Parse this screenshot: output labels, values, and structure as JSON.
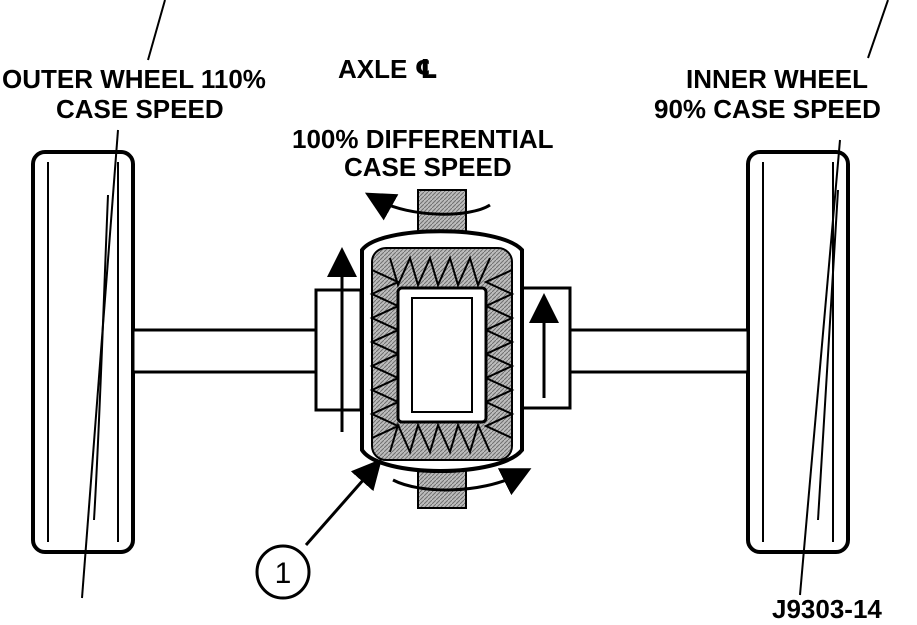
{
  "labels": {
    "outer_wheel_line1": "OUTER WHEEL 110%",
    "outer_wheel_line2": "CASE SPEED",
    "axle_centerline": "AXLE ℄",
    "inner_wheel_line1": "INNER WHEEL",
    "inner_wheel_line2": "90% CASE SPEED",
    "diff_case_line1": "100% DIFFERENTIAL",
    "diff_case_line2": "CASE SPEED",
    "callout_number": "1",
    "figure_id": "J9303-14"
  }
}
